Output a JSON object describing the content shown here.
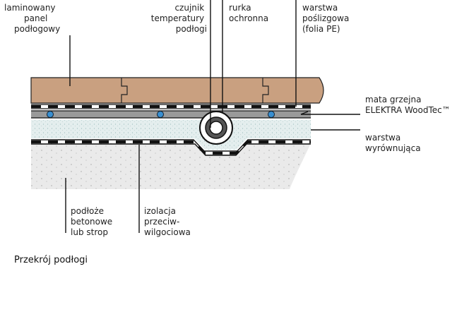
{
  "labels": {
    "laminate": [
      "laminowany",
      "panel",
      "podłogowy"
    ],
    "sensor": [
      "czujnik",
      "temperatury",
      "podłogi"
    ],
    "tube": [
      "rurka",
      "ochronna"
    ],
    "slip_layer": [
      "warstwa",
      "poślizgowa",
      "(folia PE)"
    ],
    "heating_mat": [
      "mata grzejna",
      "ELEKTRA WoodTec™"
    ],
    "leveling_layer": [
      "warstwa",
      "wyrównująca"
    ],
    "substrate": [
      "podłoże",
      "betonowe",
      "lub strop"
    ],
    "moisture_insulation": [
      "izolacja",
      "przeciw-",
      "wilgociowa"
    ]
  },
  "caption": "Przekrój podłogi",
  "colors": {
    "laminate": "#c9a080",
    "concrete": "#eaeaea",
    "leveling": "#e4eeee",
    "heating_cable": "#3a8fd0",
    "foil_dash": "#111111"
  }
}
